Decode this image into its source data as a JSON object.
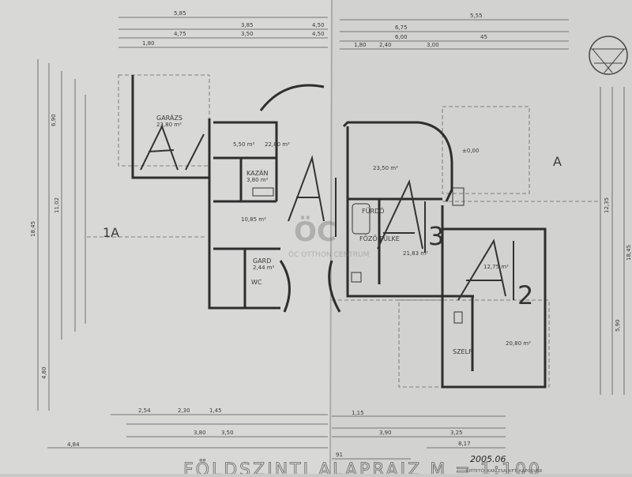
{
  "plan": {
    "title": "FÖLDSZINTI ALAPRAJZ  M = 1:100",
    "date": "2005.06",
    "builder": "ÉPÍTETŐ: KANIZSAI KFT. KAPOSVÁR",
    "watermark": "ÖC OTTHON CENTRUM"
  },
  "units": {
    "a4": "A4",
    "a1": "A1",
    "a3": "A3",
    "a2": "A2",
    "wing_1a": "1A",
    "wing_a": "A"
  },
  "rooms": {
    "garage_name": "GARÁZS",
    "garage_area": "23,80 m²",
    "utility_area": "5,50 m²",
    "boiler_name": "KAZÁN",
    "boiler_area": "3,80 m²",
    "hall_area": "10,85 m²",
    "wardrobe_name": "GARD",
    "wardrobe_area": "2,44 m²",
    "wc_name": "WC",
    "living_area": "23,50 m²",
    "bath_name": "FÜRDŐ",
    "kitchen_name": "FŐZŐ-FÜLKE",
    "a3_area": "21,83 m²",
    "a2_area": "12,75 m²",
    "a2_room_area": "20,80 m²",
    "closet_name": "SZELF",
    "entry_area": "22,80 m²",
    "level": "±0,00"
  },
  "dimensions": {
    "top_left": [
      "5,85",
      "4,75",
      "3,85",
      "4,50",
      "1,80",
      "3,50",
      "4,50"
    ],
    "top_right": [
      "5,55",
      "6,75",
      "6,00",
      "1,80",
      "2,40",
      "3,00",
      "45"
    ],
    "left": [
      "18,45",
      "11,02",
      "4,80",
      "6,90"
    ],
    "right": [
      "18,45",
      "12,35",
      "5,90"
    ],
    "bottom": [
      "2,54",
      "2,30",
      "1,45",
      "3,50",
      "3,80",
      "4,84",
      "1,15",
      "3,90",
      "3,25",
      "8,17",
      "91"
    ]
  }
}
